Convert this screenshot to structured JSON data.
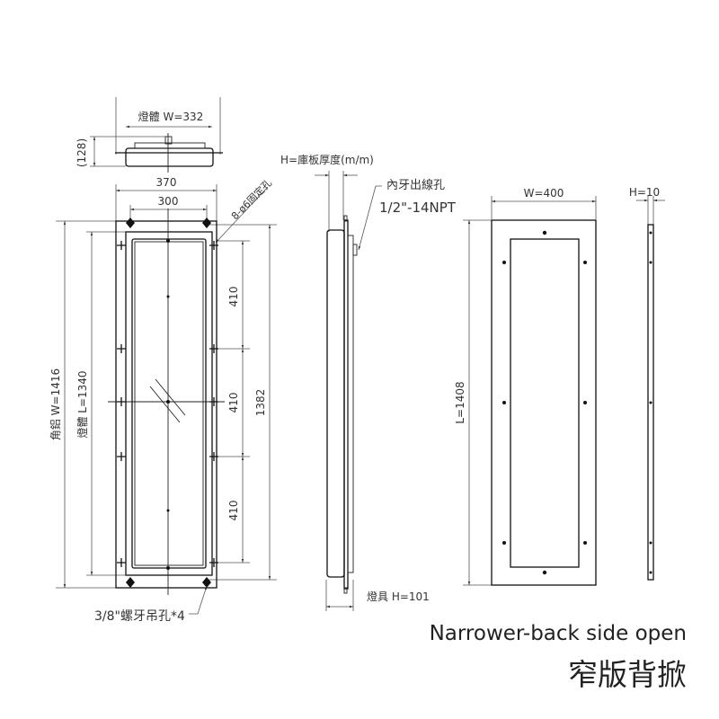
{
  "top_view": {
    "width_label": "燈體 W=332",
    "height_label": "(128)"
  },
  "front_view": {
    "outer_width": "370",
    "hole_spacing": "300",
    "fixing_holes": "8-ø6固定孔",
    "angle_aluminum_label": "角鋁 W=1416",
    "body_length_label": "燈體 L=1340",
    "segment_labels": [
      "410",
      "410",
      "410"
    ],
    "overall_hole_span": "1382",
    "hanging_holes": "3/8\"螺牙吊孔*4"
  },
  "side_view": {
    "panel_thickness_label": "H=庫板厚度(m/m)",
    "conduit_label": "內牙出線孔",
    "conduit_spec": "1/2\"-14NPT",
    "fixture_height_label": "燈具 H=101"
  },
  "back_plate": {
    "width_label": "W=400",
    "length_label": "L=1408",
    "thickness_label": "H=10"
  },
  "caption": {
    "english": "Narrower-back side open",
    "chinese": "窄版背掀"
  }
}
